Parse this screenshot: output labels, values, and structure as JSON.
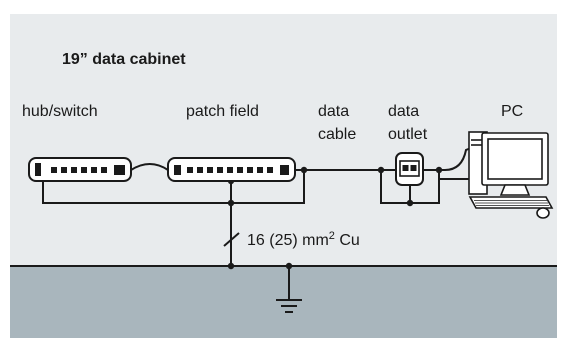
{
  "title": "19” data cabinet",
  "labels": {
    "hub": "hub/switch",
    "patch": "patch field",
    "cable_1": "data",
    "cable_2": "cable",
    "outlet_1": "data",
    "outlet_2": "outlet",
    "pc": "PC"
  },
  "conductor": {
    "prefix": "16 (25) mm",
    "superscript": "2",
    "suffix": " Cu"
  },
  "colors": {
    "cabinet": "#e8ebed",
    "floor": "#a9b6bd",
    "line": "#1a1a1a",
    "device_fill": "#ffffff"
  },
  "icons": [
    "ground-symbol-icon",
    "pc-monitor-icon",
    "keyboard-icon",
    "mouse-icon",
    "tower-icon"
  ]
}
